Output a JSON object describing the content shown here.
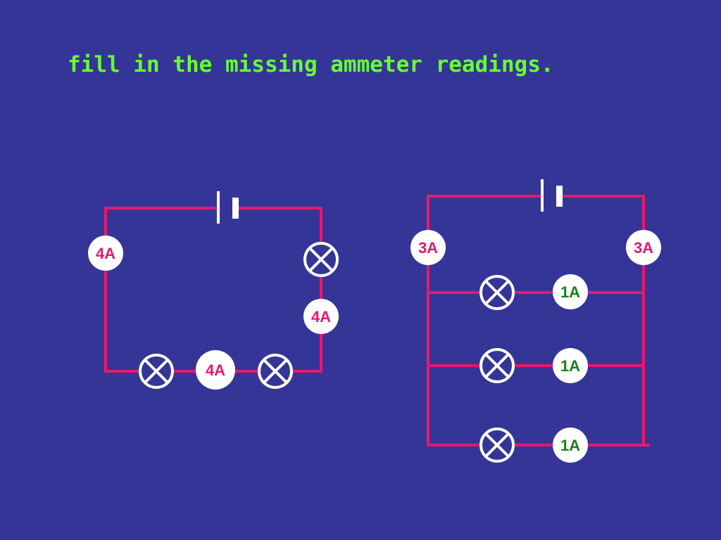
{
  "title": "fill in the missing ammeter readings.",
  "colors": {
    "background": "#353597",
    "title": "#66ff33",
    "wire": "#e8186d",
    "lamp": "#ffffff",
    "meter_face": "#ffffff",
    "given_reading": "#e8186d",
    "filled_reading": "#1a7f1a"
  },
  "series_circuit": {
    "ammeter_left": "4A",
    "ammeter_right": "4A",
    "ammeter_bottom": "4A"
  },
  "parallel_circuit": {
    "ammeter_left": "3A",
    "ammeter_right": "3A",
    "branch_1": "1A",
    "branch_2": "1A",
    "branch_3": "1A"
  }
}
